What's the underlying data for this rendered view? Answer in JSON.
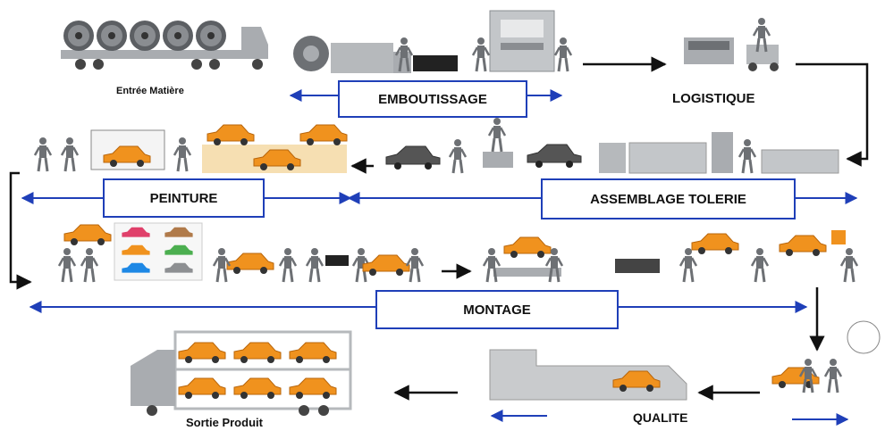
{
  "labels": {
    "entree": "Entrée Matière",
    "emboutissage": "EMBOUTISSAGE",
    "logistique": "LOGISTIQUE",
    "peinture": "PEINTURE",
    "assemblage": "ASSEMBLAGE TOLERIE",
    "montage": "MONTAGE",
    "qualite": "QUALITE",
    "sortie": "Sortie Produit"
  },
  "colors": {
    "blue_arrow": "#1f3fb8",
    "black_arrow": "#111111",
    "car_orange": "#f0921e",
    "machine_gray": "#a9acb0",
    "worker_gray": "#6d7074",
    "paint_booth": "#f6dfb2"
  }
}
